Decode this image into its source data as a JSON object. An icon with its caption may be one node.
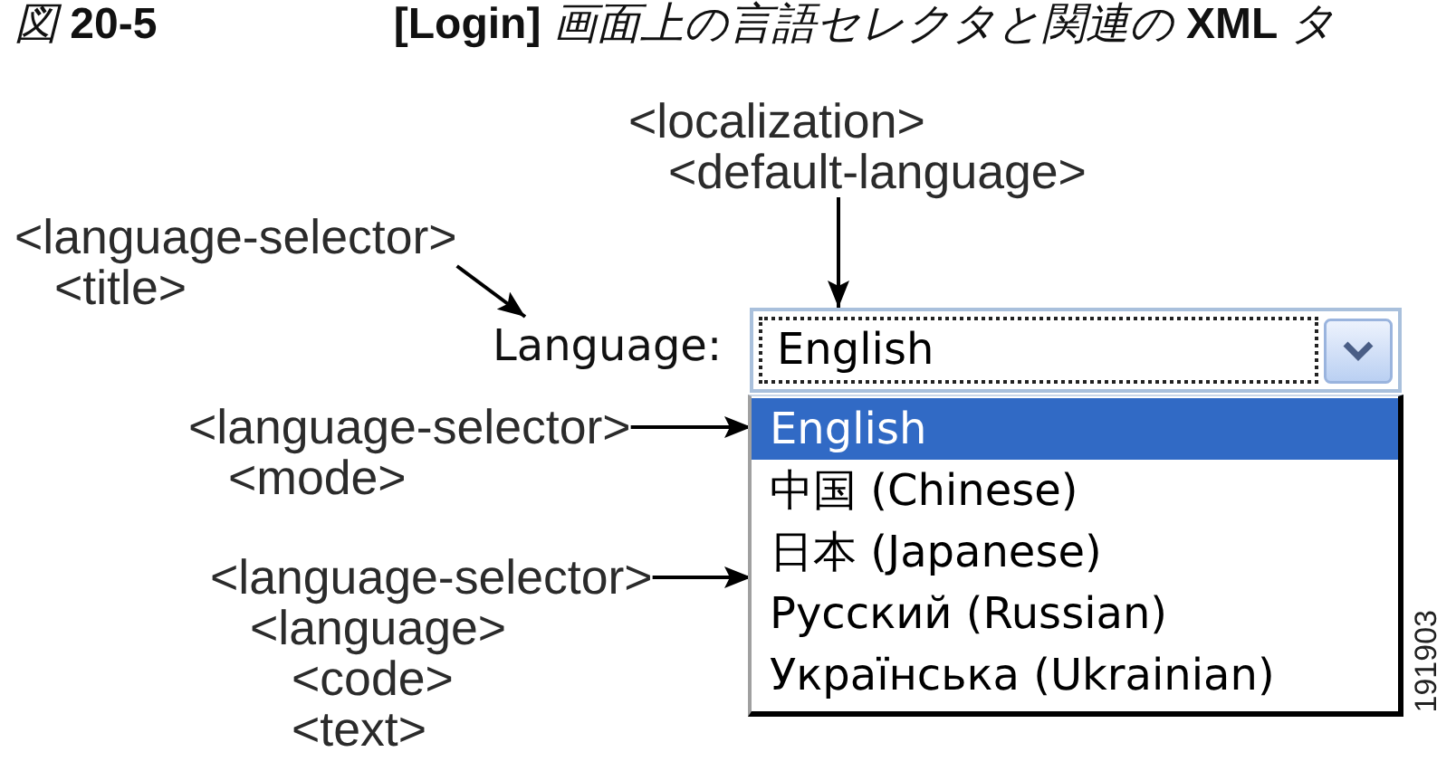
{
  "diagram": {
    "title": "*図* **20-5** **[Login]** *画面上の言語セレクタと関連の* **XML** *タ*",
    "nodes": [
      {
        "text": [
          "<localization> <default-language>"
        ]
      },
      {
        "text": [
          "<language-selector> <title>"
        ]
      },
      {
        "text": [
          "Language:"
        ]
      },
      {
        "text": [
          "English"
        ]
      },
      {
        "text": [
          "<language-selector> <mode>"
        ]
      },
      {
        "text": [],
        "shape": "box"
      },
      {
        "text": [
          "English"
        ],
        "in": 5
      },
      {
        "text": [
          "中国 (Chinese)"
        ],
        "in": 5
      },
      {
        "text": [
          "日本 (Japanese)"
        ],
        "in": 5
      },
      {
        "text": [
          "Русский (Russian)"
        ],
        "in": 5
      },
      {
        "text": [
          "Українська (Ukrainian)"
        ],
        "in": 5
      },
      {
        "text": [
          "<language-selector> <language> <code> <text>"
        ]
      }
    ],
    "edges": [
      {
        "from": 0,
        "to": 3,
        "arrow": "to"
      },
      {
        "from": 1,
        "to": 2,
        "arrow": "to"
      },
      {
        "from": 4,
        "to": 6,
        "arrow": "to"
      },
      {
        "from": 11,
        "to": 8,
        "arrow": "to"
      }
    ],
    "labels": [
      "191903"
    ]
  }
}
